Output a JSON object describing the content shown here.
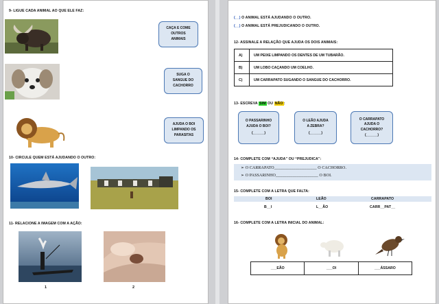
{
  "left_page": {
    "q9": {
      "title": "9- LIGUE CADA ANIMAL AO QUE ELE FAZ:",
      "actions": [
        {
          "lines": [
            "CAÇA E COME",
            "OUTROS",
            "ANIMAIS"
          ]
        },
        {
          "lines": [
            "SUGA O",
            "SANGUE DO",
            "CACHORRO"
          ]
        },
        {
          "lines": [
            "AJUDA O BOI",
            "LIMPANDO OS",
            "PARASITAS"
          ]
        }
      ]
    },
    "q10": {
      "title": "10- CIRCULE QUEM ESTÁ AJUDANDO O OUTRO:"
    },
    "q11": {
      "title": "11- RELACIONE A IMAGEM COM A AÇÃO:",
      "image_numbers": [
        "1",
        "2"
      ]
    }
  },
  "right_page": {
    "q11_options": [
      {
        "mark": "(__)",
        "text": "O ANIMAL ESTÁ AJUDANDO O OUTRO."
      },
      {
        "mark": "(__)",
        "text": "O ANIMAL ESTÁ PREJUDICANDO O OUTRO."
      }
    ],
    "q12": {
      "title": "12- ASSINALE A RELAÇÃO QUE AJUDA OS DOIS ANIMAIS:",
      "rows": [
        {
          "letter": "A)",
          "text": "UM PEIXE LIMPANDO OS DENTES DE UM TUBARÃO."
        },
        {
          "letter": "B)",
          "text": "UM LOBO CAÇANDO UM COELHO."
        },
        {
          "letter": "C)",
          "text": "UM CARRAPATO SUGANDO O SANGUE DO CACHORRO."
        }
      ]
    },
    "q13": {
      "title_prefix": "13- ESCREVA",
      "yes_word": "SIM",
      "joiner": "OU",
      "no_word": "NÃO",
      "title_suffix": ":",
      "boxes": [
        {
          "lines": [
            "O PASSARINHO",
            "AJUDA O BOI?"
          ],
          "blank": "(______)"
        },
        {
          "lines": [
            "O LEÃO AJUDA",
            "A ZEBRA?"
          ],
          "blank": "(______)"
        },
        {
          "lines": [
            "O CARRAPATO",
            "AJUDA O",
            "CACHORRO?"
          ],
          "blank": "(______)"
        }
      ]
    },
    "q14": {
      "title": "14- COMPLETE COM “AJUDA” OU “PREJUDICA”:",
      "bullet": "➢",
      "lines": [
        "O CARRAPATO____________________ O CACHORRO.",
        "O PASSARINHO____________________ O BOI."
      ]
    },
    "q15": {
      "title": "15- COMPLETE COM A LETRA QUE FALTA:",
      "headers": [
        "BOI",
        "LEÃO",
        "CARRAPATO"
      ],
      "answers": [
        "B__I",
        "L__ÃO",
        "CARR__PAT__"
      ]
    },
    "q16": {
      "title": "16- COMPLETE COM A LETRA INICIAL DO ANIMAL:",
      "answers": [
        "___EÃO",
        "___OI",
        "___ÁSSARO"
      ]
    }
  },
  "colors": {
    "pill_fill": "#dce6f2",
    "pill_border": "#4a77b4",
    "highlight_yes": "#2bd12b",
    "highlight_no": "#f4d000",
    "mark_blue": "#1f4fb5"
  },
  "images": [
    "buffalo-photo",
    "dog-photo",
    "lion-drawing",
    "shark-photo",
    "zebras-photo",
    "heron-fisherman-photo",
    "tick-on-dog-photo",
    "lion-small",
    "sheep-small",
    "bird-small"
  ]
}
